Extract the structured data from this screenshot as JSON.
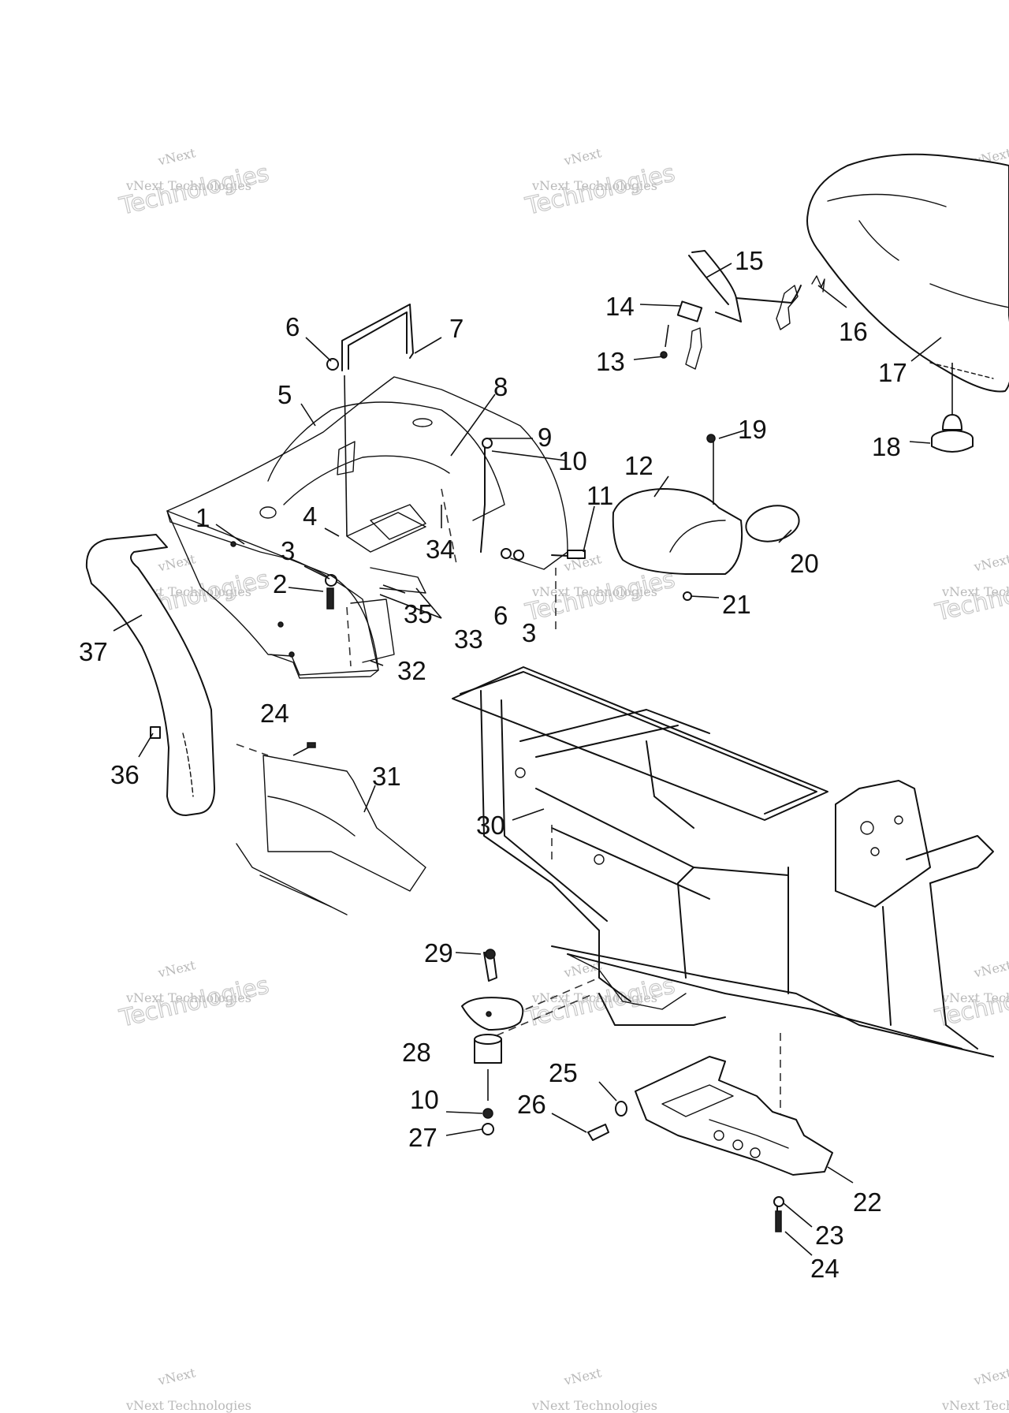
{
  "watermark": {
    "line1": "vNext",
    "line2": "vNext Technologies",
    "line3": "Technologies"
  },
  "callouts": [
    {
      "id": "1",
      "text": "1"
    },
    {
      "id": "2",
      "text": "2"
    },
    {
      "id": "3a",
      "text": "3"
    },
    {
      "id": "3b",
      "text": "3"
    },
    {
      "id": "4",
      "text": "4"
    },
    {
      "id": "5",
      "text": "5"
    },
    {
      "id": "6a",
      "text": "6"
    },
    {
      "id": "6b",
      "text": "6"
    },
    {
      "id": "7",
      "text": "7"
    },
    {
      "id": "8",
      "text": "8"
    },
    {
      "id": "9",
      "text": "9"
    },
    {
      "id": "10a",
      "text": "10"
    },
    {
      "id": "10b",
      "text": "10"
    },
    {
      "id": "11",
      "text": "11"
    },
    {
      "id": "12",
      "text": "12"
    },
    {
      "id": "13",
      "text": "13"
    },
    {
      "id": "14",
      "text": "14"
    },
    {
      "id": "15",
      "text": "15"
    },
    {
      "id": "16",
      "text": "16"
    },
    {
      "id": "17",
      "text": "17"
    },
    {
      "id": "18",
      "text": "18"
    },
    {
      "id": "19",
      "text": "19"
    },
    {
      "id": "20",
      "text": "20"
    },
    {
      "id": "21",
      "text": "21"
    },
    {
      "id": "22",
      "text": "22"
    },
    {
      "id": "23",
      "text": "23"
    },
    {
      "id": "24a",
      "text": "24"
    },
    {
      "id": "24b",
      "text": "24"
    },
    {
      "id": "25",
      "text": "25"
    },
    {
      "id": "26",
      "text": "26"
    },
    {
      "id": "27",
      "text": "27"
    },
    {
      "id": "28",
      "text": "28"
    },
    {
      "id": "29",
      "text": "29"
    },
    {
      "id": "30",
      "text": "30"
    },
    {
      "id": "31",
      "text": "31"
    },
    {
      "id": "32",
      "text": "32"
    },
    {
      "id": "33",
      "text": "33"
    },
    {
      "id": "34",
      "text": "34"
    },
    {
      "id": "35",
      "text": "35"
    },
    {
      "id": "36",
      "text": "36"
    },
    {
      "id": "37",
      "text": "37"
    }
  ]
}
